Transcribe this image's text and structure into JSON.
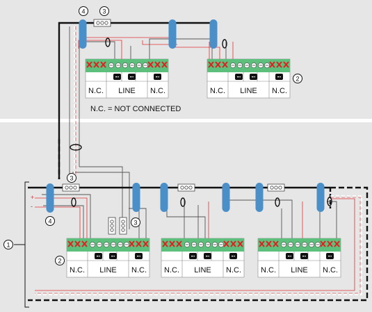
{
  "colors": {
    "background": "#e6e6e6",
    "separator": "#ffffff",
    "bus": "#111111",
    "dashed_wire": "#ffffff",
    "red_wire": "#e03030",
    "ferrite": "#4a8fc8",
    "terminal_green": "#5cc07c",
    "cross_red": "#e02020"
  },
  "legend": {
    "note": "N.C. = NOT CONNECTED"
  },
  "callouts": {
    "c1": "1",
    "c2": "2",
    "c3": "3",
    "c4": "4"
  },
  "polarity": {
    "plus": "+",
    "minus": "-"
  },
  "top_left_panel": {
    "left_label": "N.C.",
    "center_label": "LINE",
    "right_label": "N.C."
  },
  "top_right_panel": {
    "left_label": "N.C.",
    "center_label": "LINE",
    "right_label": "N.C."
  },
  "bottom_panel_1": {
    "left_label": "N.C.",
    "center_label": "LINE",
    "right_label": "N.C."
  },
  "bottom_panel_2": {
    "left_label": "N.C.",
    "center_label": "LINE",
    "right_label": "N.C."
  },
  "bottom_panel_3": {
    "left_label": "N.C.",
    "center_label": "LINE",
    "right_label": "N.C."
  }
}
